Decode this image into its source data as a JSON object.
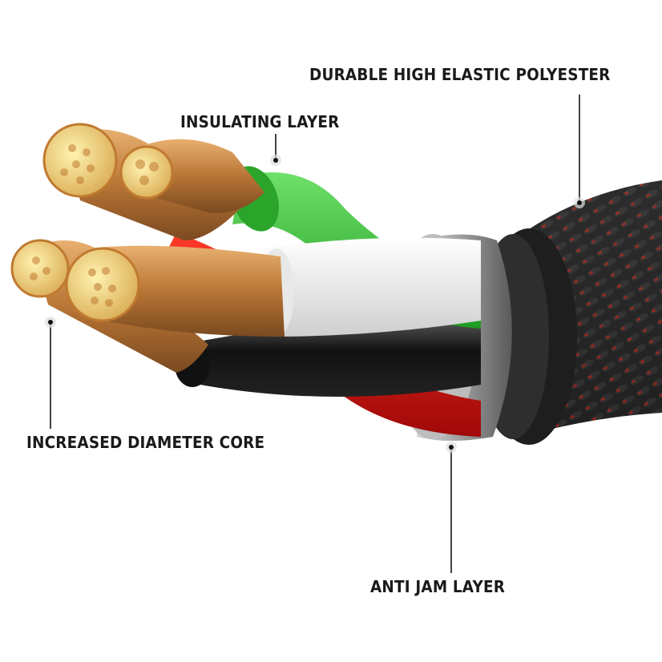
{
  "diagram": {
    "type": "cable cross-section callout diagram",
    "background": "#ffffff",
    "colors": {
      "copper": "#c8894a",
      "copper_tip": "#f3d88a",
      "green_insulation": "#3cc83a",
      "white_insulation": "#ececec",
      "black_insulation": "#1c1c1c",
      "red_insulation": "#d81414",
      "aluminum_shield": "#9a9a9a",
      "braided_jacket": "#2a2a2a",
      "braid_accent": "#e02a1a",
      "text": "#1a1a1a",
      "leader_line": "#444444"
    },
    "callouts": [
      {
        "id": "durable-polyester",
        "label": "DURABLE HIGH ELASTIC POLYESTER"
      },
      {
        "id": "insulating-layer",
        "label": "INSULATING LAYER"
      },
      {
        "id": "increased-diameter-core",
        "label": "INCREASED DIAMETER CORE"
      },
      {
        "id": "anti-jam-layer",
        "label": "ANTI JAM LAYER"
      }
    ]
  }
}
